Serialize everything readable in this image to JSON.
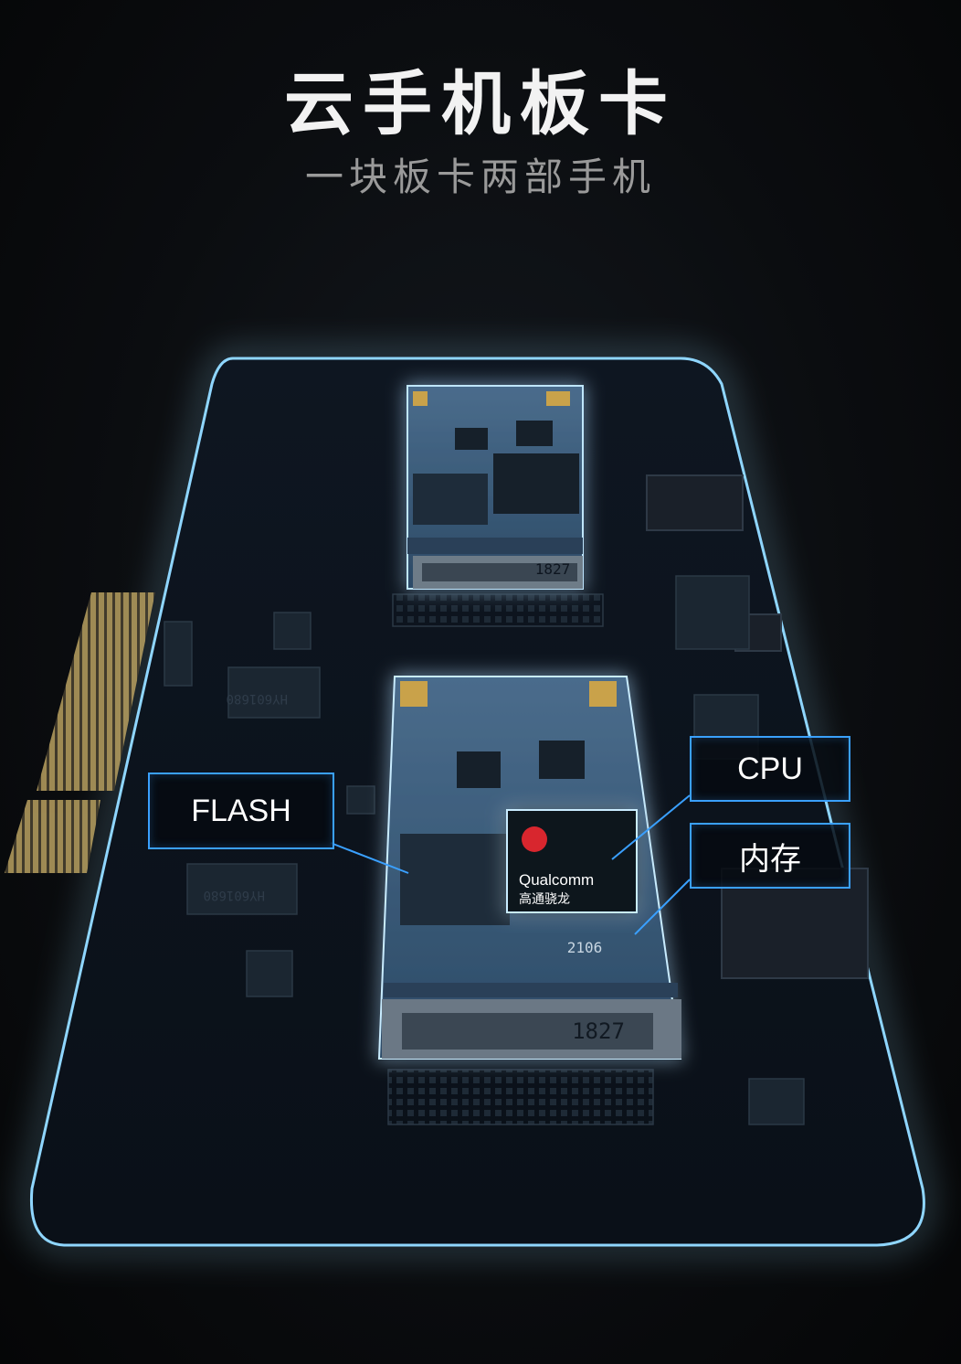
{
  "header": {
    "title": "云手机板卡",
    "subtitle": "一块板卡两部手机"
  },
  "module_top": {
    "serial": "1827"
  },
  "module_bottom": {
    "serial": "1827",
    "chip_brand": "Qualcomm",
    "chip_brand_cn": "高通骁龙",
    "chip_code": "2106"
  },
  "callouts": {
    "flash": "FLASH",
    "cpu": "CPU",
    "memory": "内存"
  },
  "colors": {
    "accent": "#3aa0ff",
    "glow": "#7fd2ff",
    "board": "#0d1520",
    "pcb": "#3a5a78",
    "gold": "#c9a24a"
  }
}
